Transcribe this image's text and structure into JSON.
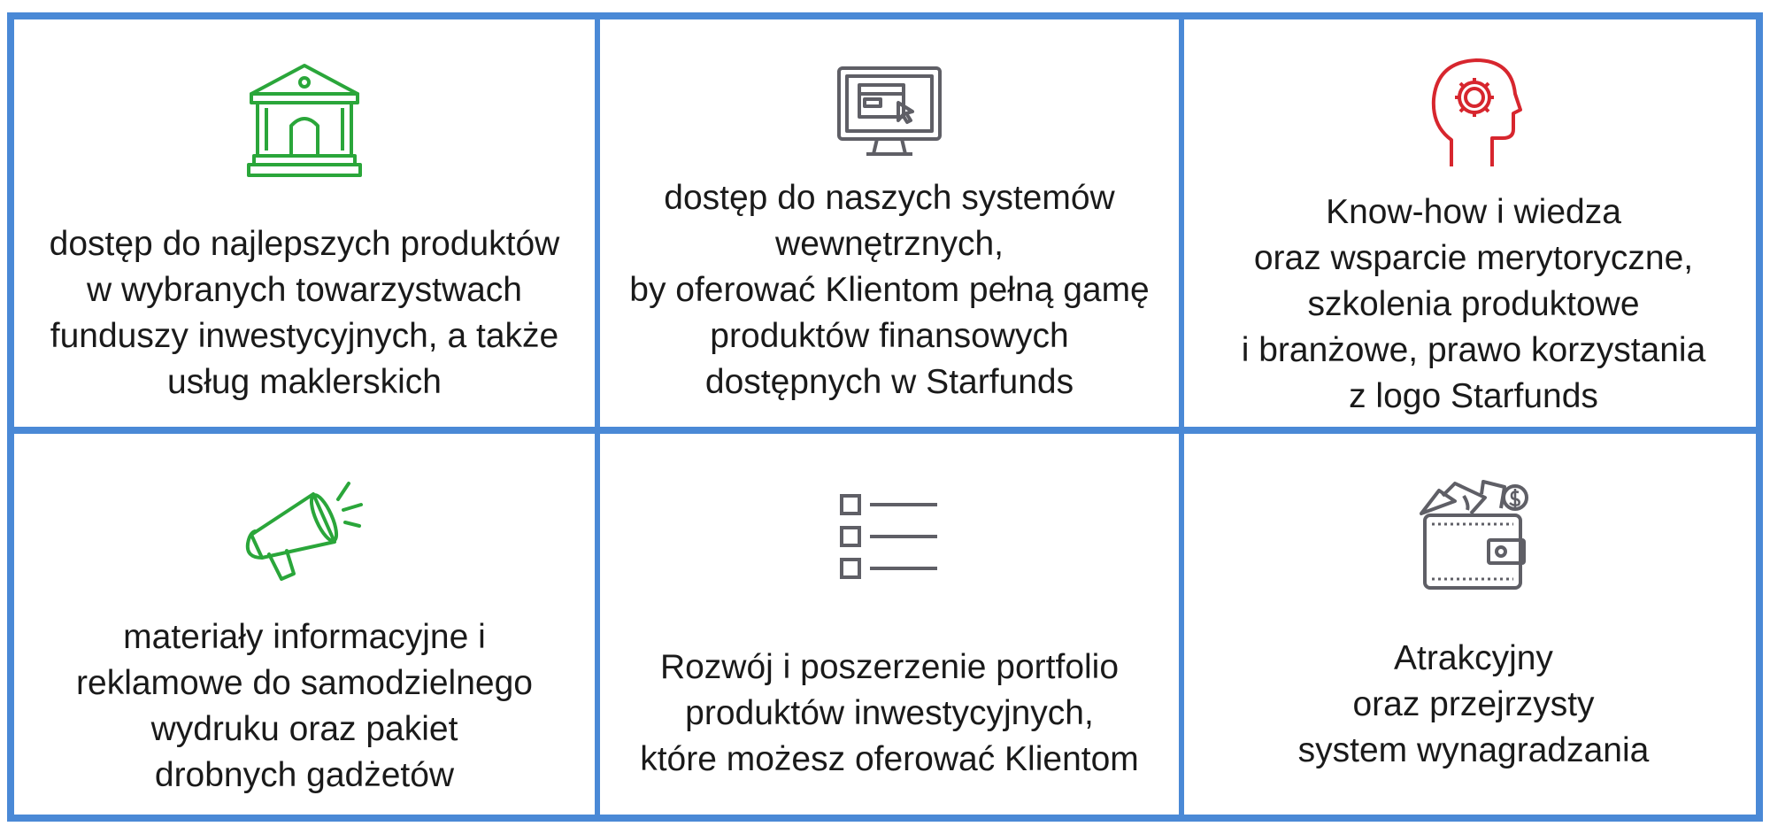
{
  "colors": {
    "border": "#4a89d6",
    "green": "#2aa63a",
    "gray": "#5f5f66",
    "red": "#d7262e"
  },
  "cells": [
    {
      "icon": "bank-building-icon",
      "color": "green",
      "text": "dostęp do najlepszych produktów\nw wybranych towarzystwach\nfunduszy inwestycyjnych, a także\nusług maklerskich"
    },
    {
      "icon": "computer-monitor-icon",
      "color": "gray",
      "text": "dostęp do naszych systemów\nwewnętrznych,\nby oferować Klientom pełną gamę\nproduktów finansowych\ndostępnych w Starfunds"
    },
    {
      "icon": "head-gear-icon",
      "color": "red",
      "text": "Know-how i wiedza\noraz wsparcie merytoryczne,\nszkolenia produktowe\ni branżowe, prawo korzystania\nz logo Starfunds"
    },
    {
      "icon": "megaphone-icon",
      "color": "green",
      "text": "materiały informacyjne i\nreklamowe do samodzielnego\nwydruku oraz pakiet\ndrobnych gadżetów"
    },
    {
      "icon": "checklist-icon",
      "color": "gray",
      "text": "Rozwój i poszerzenie portfolio\nproduktów inwestycyjnych,\nktóre możesz oferować Klientom"
    },
    {
      "icon": "wallet-money-icon",
      "color": "gray",
      "text": "Atrakcyjny\noraz przejrzysty\nsystem wynagradzania"
    }
  ]
}
